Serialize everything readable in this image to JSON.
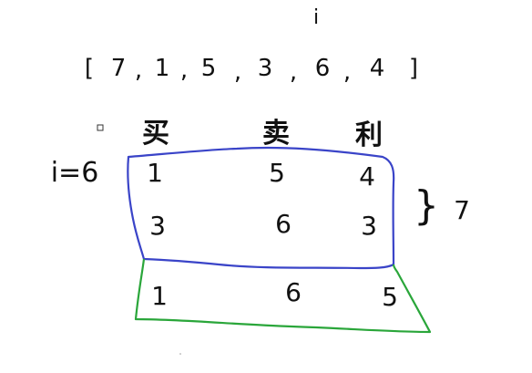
{
  "marker": {
    "text": "i",
    "color": "#e02020"
  },
  "array": {
    "open": "[",
    "close": "]",
    "values": [
      "7",
      "1",
      "5",
      "3",
      "6",
      "4"
    ],
    "separator": ","
  },
  "headers": [
    "买",
    "卖",
    "利"
  ],
  "index_label": "i=6",
  "blue_box": {
    "color": "#3a44c8",
    "rows": [
      [
        "1",
        "5",
        "4"
      ],
      [
        "3",
        "6",
        "3"
      ]
    ]
  },
  "brace_total": {
    "brace": "}",
    "value": "7"
  },
  "green_box": {
    "color": "#2aa63a",
    "row": [
      "1",
      "6",
      "5"
    ]
  },
  "ink_color": "#111111"
}
